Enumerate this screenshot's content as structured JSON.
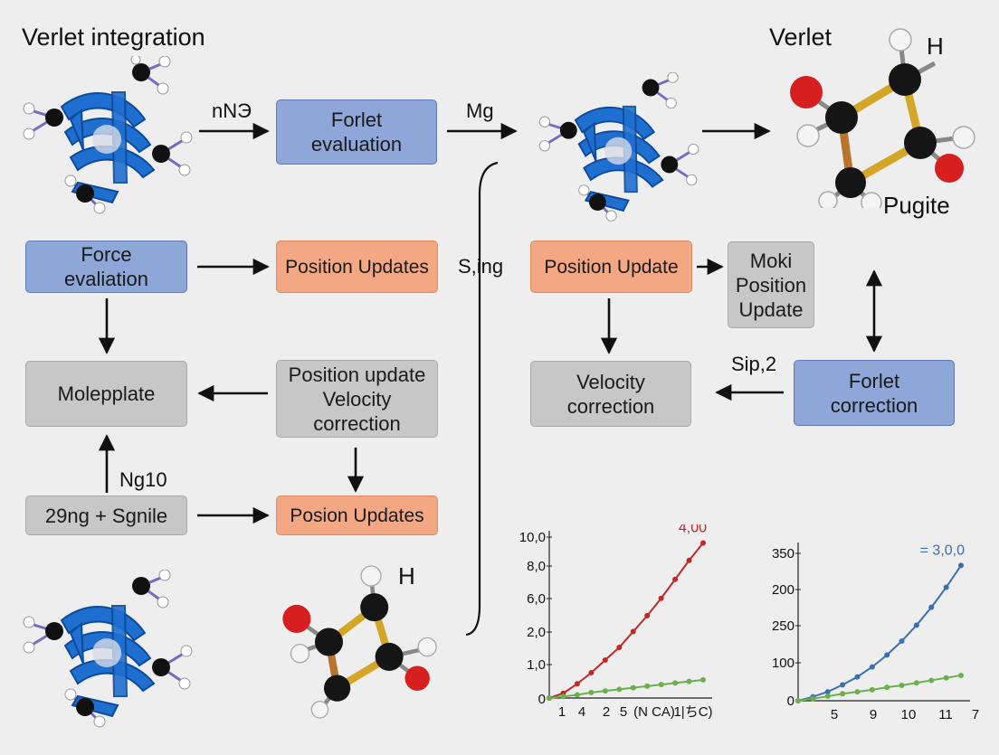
{
  "titles": {
    "left": "Verlet integration",
    "right": "Verlet"
  },
  "labels": {
    "nN3": "nNЭ",
    "mg": "Mg",
    "sing": "S,ing",
    "ng10": "Ng10",
    "sip2": "Sip,2",
    "h_top": "H",
    "h_bottom": "H",
    "pugite": "Pugite"
  },
  "boxes": {
    "forlet_eval": [
      "Forlet",
      "evaluation"
    ],
    "force_eval": [
      "Force",
      "evaliation"
    ],
    "pos_updates_1": [
      "Position Updates"
    ],
    "molepplate": [
      "Molepplate"
    ],
    "pos_vel": [
      "Position update",
      "Velocity",
      "correction"
    ],
    "sngile": [
      "29ng + Sgnile"
    ],
    "posion_updates": [
      "Posion Updates"
    ],
    "pos_update_r": [
      "Position Update"
    ],
    "moki": [
      "Moki",
      "Position",
      "Update"
    ],
    "vel_corr": [
      "Velocity",
      "correction"
    ],
    "forlet_corr": [
      "Forlet",
      "correction"
    ]
  },
  "colors": {
    "blue_box": "#8ea6d8",
    "orange_box": "#f3a783",
    "gray_box": "#c7c7c7",
    "red_series": "#c0282a",
    "green_series": "#6ab04c",
    "blue_series": "#3c6fb0"
  },
  "chart_data": [
    {
      "type": "line",
      "yticks": [
        "10,0",
        "8,0",
        "6,0",
        "2,0",
        "1,0",
        "0"
      ],
      "xticks": [
        "1",
        "4",
        "2",
        "5",
        "(N CA)",
        "1|ちC)"
      ],
      "annotation": "4,00",
      "series": [
        {
          "color": "#c0282a",
          "x": [
            0,
            1,
            2,
            3,
            4,
            5,
            6,
            7,
            8,
            9,
            10,
            11
          ],
          "y": [
            0,
            0.3,
            0.9,
            1.6,
            2.4,
            3.2,
            4.2,
            5.2,
            6.3,
            7.5,
            8.7,
            9.8
          ]
        },
        {
          "color": "#6ab04c",
          "x": [
            0,
            1,
            2,
            3,
            4,
            5,
            6,
            7,
            8,
            9,
            10,
            11
          ],
          "y": [
            0,
            0.1,
            0.2,
            0.35,
            0.45,
            0.55,
            0.65,
            0.75,
            0.85,
            0.95,
            1.05,
            1.15
          ]
        }
      ]
    },
    {
      "type": "line",
      "yticks": [
        "350",
        "200",
        "250",
        "100",
        "0"
      ],
      "xticks": [
        "5",
        "9",
        "10",
        "11",
        "7"
      ],
      "annotation": "= 3,0,0",
      "series": [
        {
          "color": "#3c6fb0",
          "x": [
            0,
            1,
            2,
            3,
            4,
            5,
            6,
            7,
            8,
            9,
            10,
            11
          ],
          "y": [
            0,
            8,
            18,
            32,
            48,
            68,
            92,
            120,
            152,
            188,
            228,
            272
          ]
        },
        {
          "color": "#6ab04c",
          "x": [
            0,
            1,
            2,
            3,
            4,
            5,
            6,
            7,
            8,
            9,
            10,
            11
          ],
          "y": [
            0,
            4,
            9,
            14,
            18,
            22,
            27,
            31,
            36,
            41,
            46,
            51
          ]
        }
      ]
    }
  ]
}
